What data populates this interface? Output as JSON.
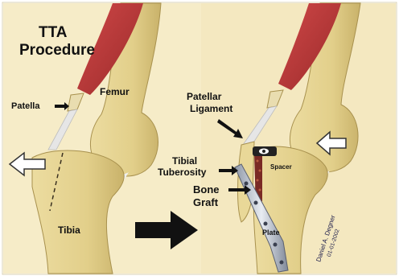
{
  "title_line1": "TTA",
  "title_line2": "Procedure",
  "left_labels": {
    "patella": "Patella",
    "femur": "Femur",
    "tibia": "Tibia"
  },
  "right_labels": {
    "patellar_ligament_line1": "Patellar",
    "patellar_ligament_line2": "Ligament",
    "tibial_tuberosity_line1": "Tibial",
    "tibial_tuberosity_line2": "Tuberosity",
    "bone_graft_line1": "Bone",
    "bone_graft_line2": "Graft",
    "spacer": "Spacer",
    "plate": "Plate"
  },
  "signature": "Daniel A. Degner",
  "signature_date": "01-01-2002",
  "colors": {
    "background": "#f6ecc8",
    "bone": "#e2cf8a",
    "bone_shadow": "#c9b26a",
    "muscle": "#b83a3a",
    "ligament": "#e6e6e6",
    "arrow": "#111111"
  },
  "icons": [
    "outline-arrow-left",
    "big-black-arrow-right",
    "outline-arrow-left-right"
  ]
}
